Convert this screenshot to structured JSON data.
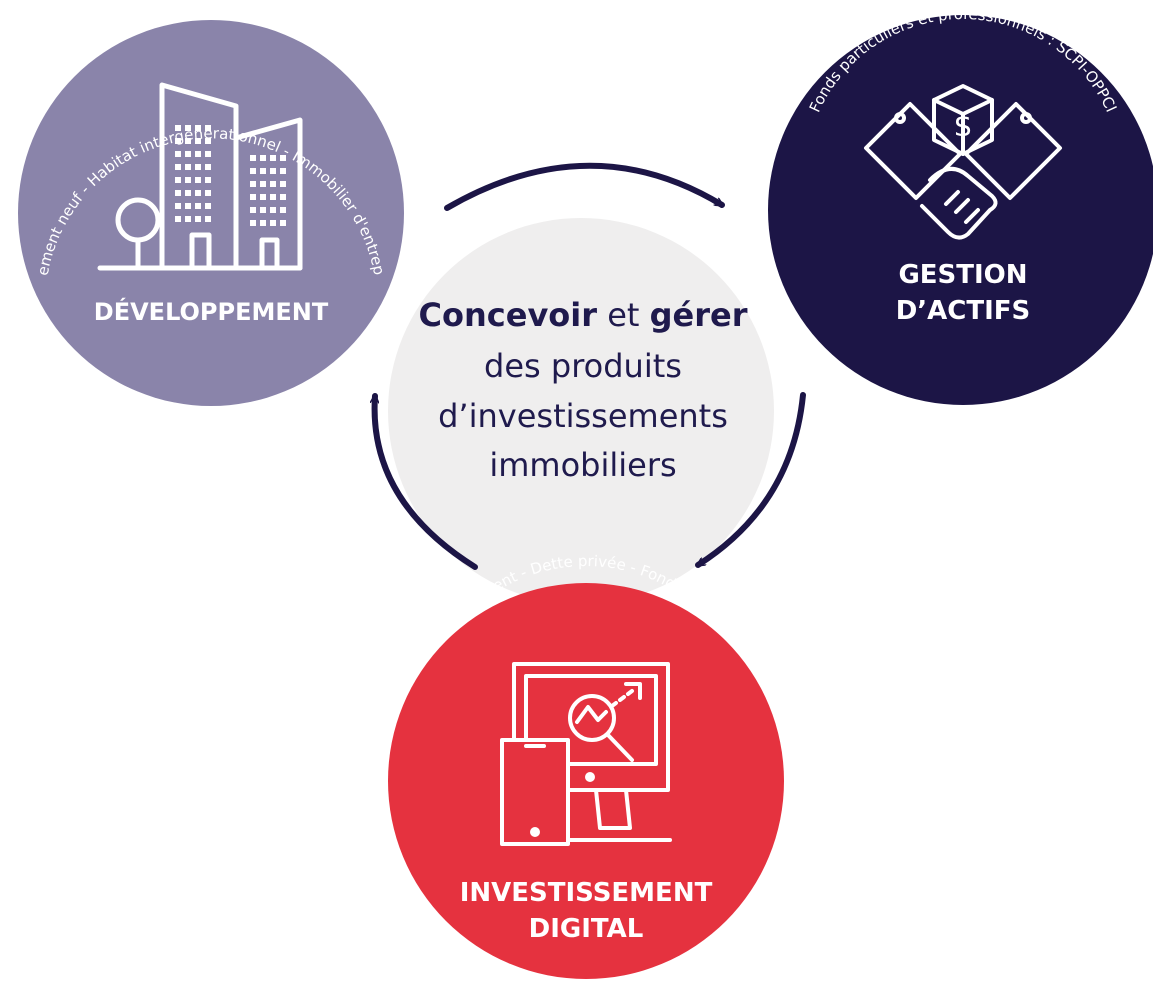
{
  "colors": {
    "developpement": "#8a84aa",
    "gestion": "#1c1546",
    "investissement": "#e5323f",
    "center": "#efeeee",
    "arrow": "#1c1546",
    "text_dark": "#1f1a4d"
  },
  "center": {
    "word1": "Concevoir",
    "connector": " et ",
    "word2": "gérer",
    "line2": "des produits",
    "line3": "d’investissements",
    "line4": "immobiliers"
  },
  "developpement": {
    "title": "DÉVELOPPEMENT",
    "arc_text": "Logement neuf - Habitat intergénérationnel - Immobilier d'entreprise",
    "icon": "buildings-icon"
  },
  "gestion": {
    "title_line1": "GESTION",
    "title_line2": "D’ACTIFS",
    "arc_text": "Fonds particuliers et professionnels : SCPI-OPPCI",
    "icon": "handshake-money-icon"
  },
  "investissement": {
    "title_line1": "INVESTISSEMENT",
    "title_line2": "DIGITAL",
    "arc_text": "Financement - Dette privée - Fonds de dette",
    "icon": "devices-analytics-icon"
  }
}
